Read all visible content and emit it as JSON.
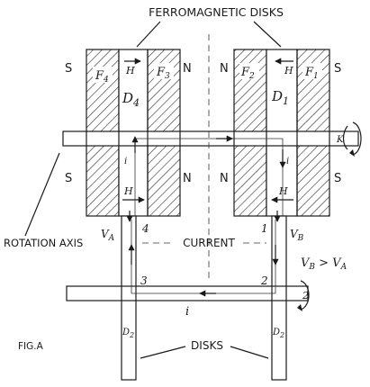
{
  "labels": {
    "top_title": "FERROMAGNETIC DISKS",
    "bottom_disks": "DISKS",
    "rotation_axis": "ROTATION AXIS",
    "current": "CURRENT",
    "fig": "FIG.A",
    "relation": "V",
    "relation_b": "B",
    "relation_gt": " > V",
    "relation_a": "A"
  },
  "left_block": {
    "F4": "F",
    "F4_sub": "4",
    "F3": "F",
    "F3_sub": "3",
    "D": "D",
    "D_sub": "4",
    "S_top": "S",
    "S_bot": "S",
    "N_top": "N",
    "N_bot": "N",
    "H_top": "H",
    "H_bot": "H",
    "i": "i"
  },
  "right_block": {
    "F2": "F",
    "F2_sub": "2",
    "F1": "F",
    "F1_sub": "1",
    "D": "D",
    "D_sub": "1",
    "N_top": "N",
    "N_bot": "N",
    "S_top": "S",
    "S_bot": "S",
    "H_top": "H",
    "H_bot": "H",
    "i": "i"
  },
  "points": {
    "p1": "1",
    "p2": "2",
    "p3": "3",
    "p4": "4",
    "VA": "V",
    "VA_sub": "A",
    "VB": "V",
    "VB_sub": "B"
  },
  "shafts": {
    "top_end": "K",
    "bottom_end": "2",
    "i_bottom": "i",
    "D2_left": "D",
    "D2_left_sub": "2",
    "D2_right": "D",
    "D2_right_sub": "2"
  }
}
